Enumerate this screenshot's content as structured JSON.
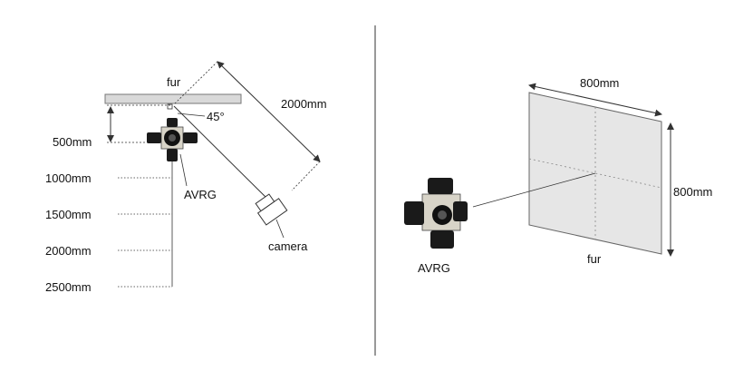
{
  "left_panel": {
    "fur_label": "fur",
    "distance_label": "2000mm",
    "angle_label": "45°",
    "object_label": "AVRG",
    "camera_label": "camera",
    "height_marks": [
      "500mm",
      "1000mm",
      "1500mm",
      "2000mm",
      "2500mm"
    ]
  },
  "right_panel": {
    "width_label": "800mm",
    "height_label": "800mm",
    "fur_label": "fur",
    "object_label": "AVRG"
  },
  "colors": {
    "line": "#333333",
    "fur_panel": "#e6e6e6",
    "device_body": "#1a1a1a"
  }
}
